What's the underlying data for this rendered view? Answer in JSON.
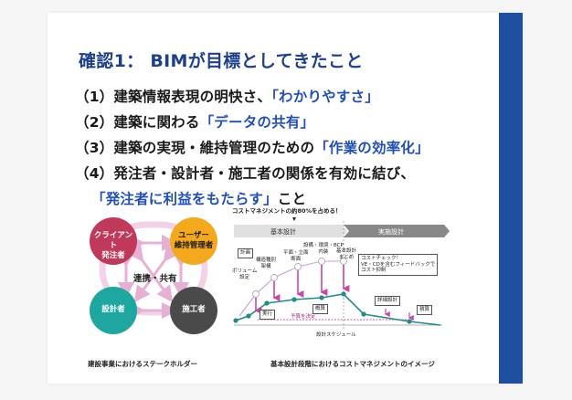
{
  "slide": {
    "title": "確認1： BIMが目標としてきたこと",
    "bullets": [
      {
        "prefix": "（1）建築情報表現の明快さ、",
        "highlight": "「わかりやすさ」",
        "suffix": ""
      },
      {
        "prefix": "（2）建築に関わる",
        "highlight": "「データの共有」",
        "suffix": ""
      },
      {
        "prefix": "（3）建築の実現・維持管理のための",
        "highlight": "「作業の効率化」",
        "suffix": ""
      },
      {
        "prefix": "（4）発注者・設計者・施工者の関係を有効に結び、",
        "highlight": "",
        "suffix": ""
      },
      {
        "prefix": "",
        "highlight": "「発注者に利益をもたらす」",
        "suffix": "こと"
      }
    ]
  },
  "stakeholder_diagram": {
    "client": "クライアント\n発注者",
    "user": "ユーザー\n維持管理者",
    "designer": "設計者",
    "contractor": "施工者",
    "center": "連携・共有",
    "caption": "建設事業におけるステークホルダー",
    "colors": {
      "client": "#c0395a",
      "user": "#f4a81c",
      "designer": "#1ea7a0",
      "contractor": "#4a4a4a",
      "arrow": "#e6b0d4"
    }
  },
  "cost_diagram": {
    "headline": "コストマネジメントの約80%を占める！",
    "phase_basic": "基本設計",
    "phase_detail": "実施設計",
    "labels": {
      "plan": "計画",
      "volume": "ボリューム\n設定",
      "structure": "構造種別\n架構",
      "section": "平面・立面\n断面",
      "equipment": "設備・環境・BCP\n内装",
      "basic_summary": "基本設計\nまとめ",
      "check_note": "コストチェック！\nVE・CDを含むフィードバックで\nコスト抑制",
      "detail_design": "詳細設計",
      "estimate": "積算",
      "result": "実行",
      "rough": "概算",
      "budget": "予算を決定",
      "axis": "設計スケジュール"
    },
    "caption": "基本設計段階におけるコストマネジメントのイメージ",
    "colors": {
      "curve": "#1e8c8a",
      "arrow": "#cc44aa",
      "phase_basic": "#e0e0e0",
      "phase_detail": "#888888"
    }
  }
}
